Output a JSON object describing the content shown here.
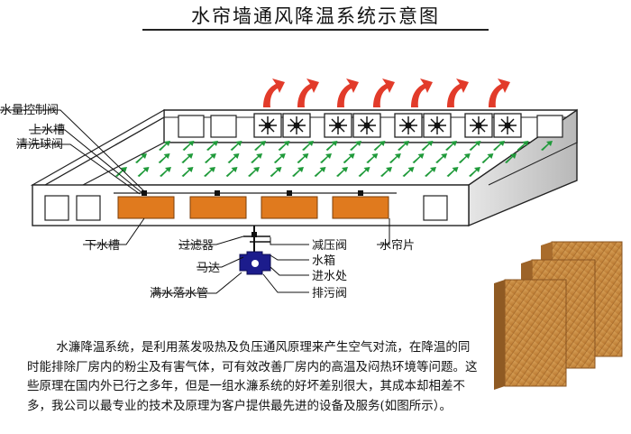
{
  "title": "水帘墙通风降温系统示意图",
  "labels": {
    "water_valve": "水量控制阀",
    "upper_tank": "上水槽",
    "wash_valve": "清洗球阀",
    "lower_tank": "下水槽",
    "filter": "过滤器",
    "motor": "马达",
    "overflow_pipe": "满水落水管",
    "pressure_valve": "减压阀",
    "water_box": "水箱",
    "inlet": "进水处",
    "drain_valve": "排污阀",
    "curtain_pad": "水帘片"
  },
  "description": "水濂降温系统，是利用蒸发吸热及负压通风原理来产生空气对流，在降温的同时能排除厂房内的粉尘及有害气体，可有效改善厂房内的高温及闷热环境等问题。这些原理在国内外已行之多年，但是一组水濂系统的好坏差别很大，其成本却相差不多，我公司以最专业的技术及原理为客户提供最先进的设备及服务(如图所示）。",
  "colors": {
    "exhaust_arrow": "#e23b2a",
    "airflow_arrow": "#1f9a3a",
    "water_tank": "#e07a1e",
    "pump": "#1c1c8c",
    "wall_shade": "#c9c9c9",
    "pad": "#c98a3c"
  }
}
